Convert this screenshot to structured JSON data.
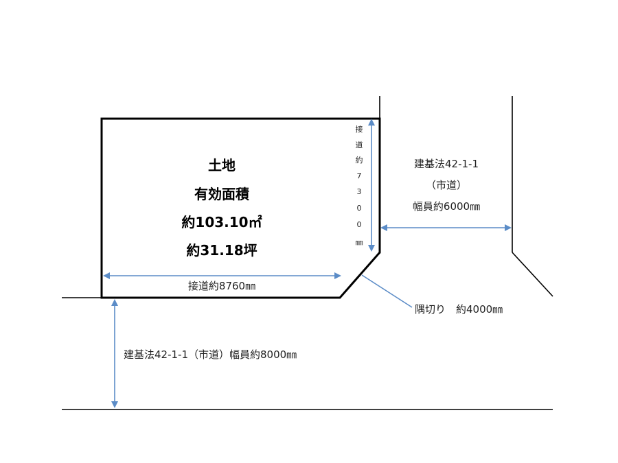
{
  "lot": {
    "title": "土地",
    "area_label": "有効面積",
    "area_sqm": "約103.10㎡",
    "area_tsubo": "約31.18坪"
  },
  "frontage_vertical": [
    "接",
    "道",
    "約",
    "7",
    "3",
    "0",
    "0",
    "㎜"
  ],
  "frontage_horizontal": "接道約8760㎜",
  "road_east": {
    "line1": "建基法42-1-1",
    "line2": "（市道）",
    "line3": "幅員約6000㎜"
  },
  "corner_cut": "隅切り　約4000㎜",
  "road_south": "建基法42-1-1（市道）幅員約8000㎜",
  "colors": {
    "lines": "#000000",
    "dimension": "#5b8cc7"
  }
}
